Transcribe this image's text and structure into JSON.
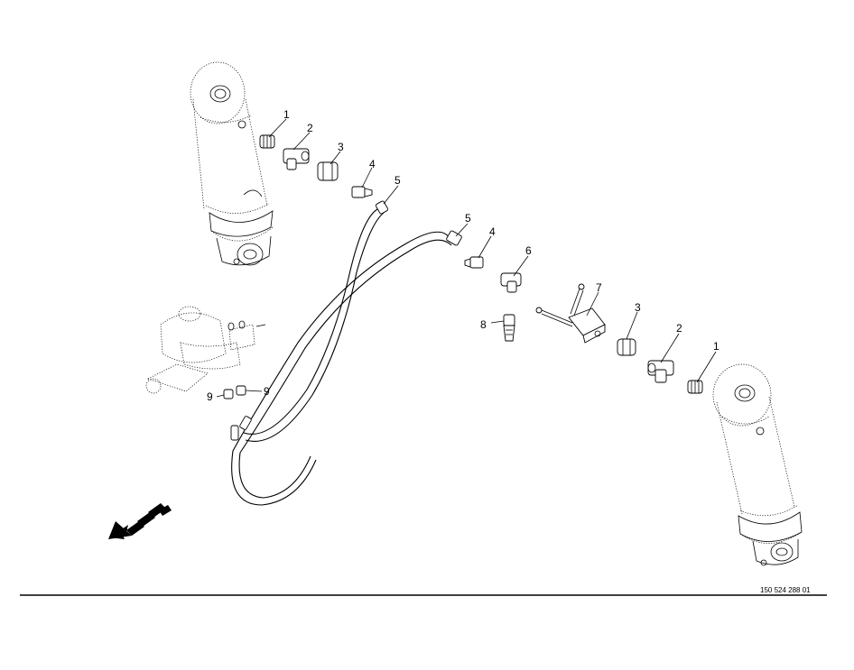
{
  "callouts": {
    "left_1": "1",
    "left_2": "2",
    "left_3": "3",
    "left_4": "4",
    "left_5": "5",
    "mid_5": "5",
    "mid_4": "4",
    "mid_6": "6",
    "mid_8": "8",
    "right_7": "7",
    "right_3": "3",
    "right_2": "2",
    "right_1": "1",
    "left_9a": "9",
    "left_9b": "9"
  },
  "document_number": "150 524 288 01",
  "icons": {
    "direction_arrow": "forward-direction-arrow-icon"
  }
}
